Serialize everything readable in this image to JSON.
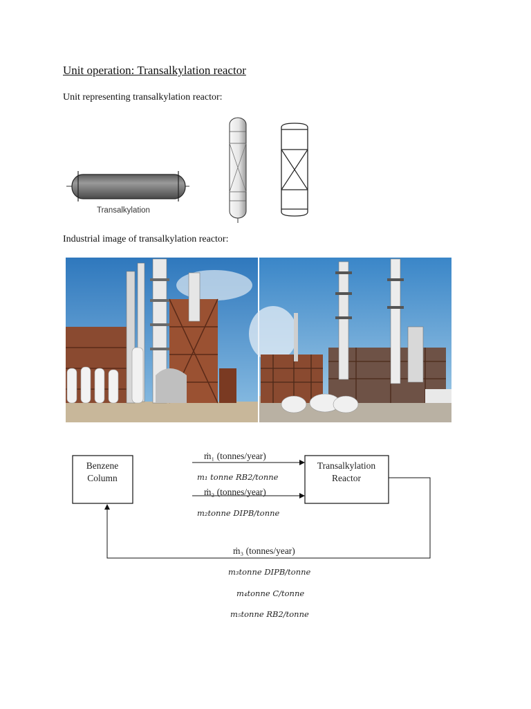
{
  "heading": "Unit operation: Transalkylation reactor",
  "symbol_caption": "Unit representing transalkylation reactor:",
  "symbol_label": "Transalkylation",
  "photo_caption": "Industrial image of transalkylation reactor:",
  "flow": {
    "benzene_column": [
      "Benzene",
      "Column"
    ],
    "reactor": [
      "Transalkylation",
      "Reactor"
    ],
    "stream1": "ṁ₁ (tonnes/year)",
    "stream1_comp": "m₁ tonne RB2/tonne",
    "stream2": "ṁ₂ (tonnes/year)",
    "stream2_comp": "m₂tonne DIPB/tonne",
    "stream3": "ṁ₃ (tonnes/year)",
    "out_comp": [
      "m₃tonne DIPB/tonne",
      "m₄tonne C/tonne",
      "m₅tonne RB2/tonne"
    ]
  },
  "colors": {
    "sky": "#3f86c4",
    "steel": "#c9c9c9",
    "rust": "#9a4a2a"
  }
}
